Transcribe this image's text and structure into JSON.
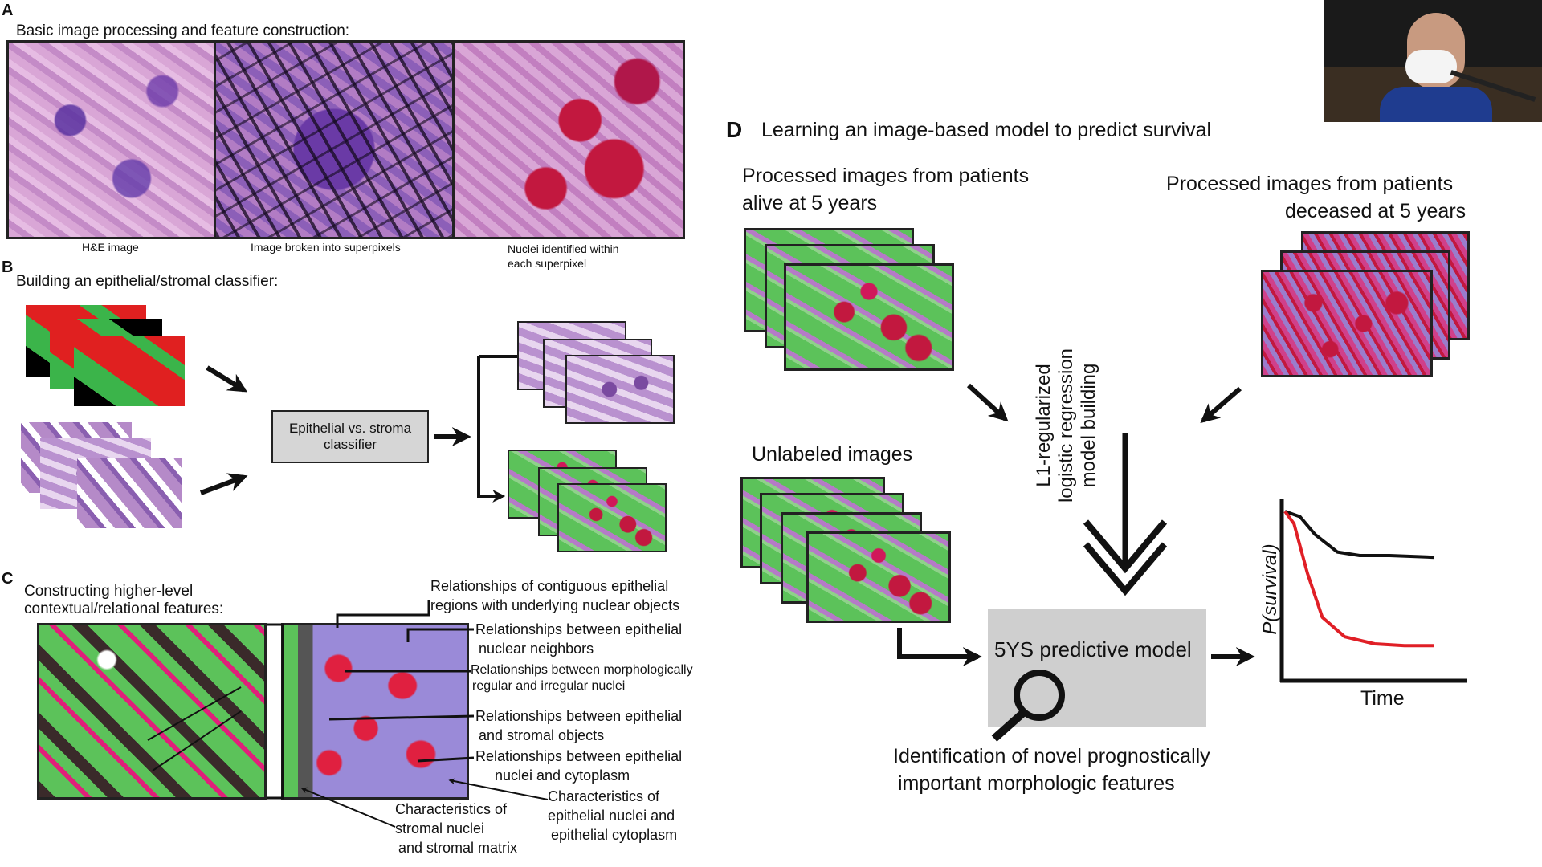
{
  "panel_a": {
    "letter": "A",
    "title": "Basic image processing and feature construction:",
    "captions": [
      "H&E image",
      "Image broken into superpixels",
      "Nuclei identified within",
      "each superpixel"
    ]
  },
  "panel_b": {
    "letter": "B",
    "title": "Building an epithelial/stromal classifier:",
    "classifier_line1": "Epithelial vs. stroma",
    "classifier_line2": "classifier"
  },
  "panel_c": {
    "letter": "C",
    "title_line1": "Constructing higher-level",
    "title_line2": "contextual/relational features:",
    "labels": [
      "Relationships of contiguous epithelial",
      "regions with underlying nuclear objects",
      "Relationships between epithelial",
      "nuclear neighbors",
      "Relationships between morphologically",
      "regular and irregular nuclei",
      "Relationships between epithelial",
      "and stromal objects",
      "Relationships between epithelial",
      "nuclei and cytoplasm",
      "Characteristics of",
      "epithelial nuclei and",
      "epithelial cytoplasm",
      "Characteristics of",
      "stromal nuclei",
      "and stromal matrix"
    ]
  },
  "panel_d": {
    "letter": "D",
    "title": "Learning an image-based model to predict survival",
    "alive_line1": "Processed images from patients",
    "alive_line2": "alive at 5 years",
    "deceased_line1": "Processed images from patients",
    "deceased_line2": "deceased at 5 years",
    "unlabeled": "Unlabeled images",
    "vertical_line1": "L1-regularized",
    "vertical_line2": "logistic regression",
    "vertical_line3": "model building",
    "model_label": "5YS predictive model",
    "ident_line1": "Identification of novel prognostically",
    "ident_line2": "important morphologic features",
    "ylabel": "P(survival)",
    "xlabel": "Time"
  },
  "chart_data": {
    "type": "line",
    "xlabel": "Time",
    "ylabel": "P(survival)",
    "series": [
      {
        "color": "#111111",
        "x": [
          0,
          0.1,
          0.2,
          0.35,
          0.5,
          0.7,
          1.0
        ],
        "values": [
          0.95,
          0.92,
          0.82,
          0.72,
          0.7,
          0.7,
          0.69
        ]
      },
      {
        "color": "#e01f26",
        "x": [
          0,
          0.06,
          0.15,
          0.25,
          0.4,
          0.6,
          0.8,
          1.0
        ],
        "values": [
          0.95,
          0.88,
          0.6,
          0.35,
          0.24,
          0.2,
          0.19,
          0.19
        ]
      }
    ]
  },
  "colors": {
    "black_curve": "#111111",
    "red_curve": "#e01f26",
    "box_gray": "#cfcfcf"
  }
}
